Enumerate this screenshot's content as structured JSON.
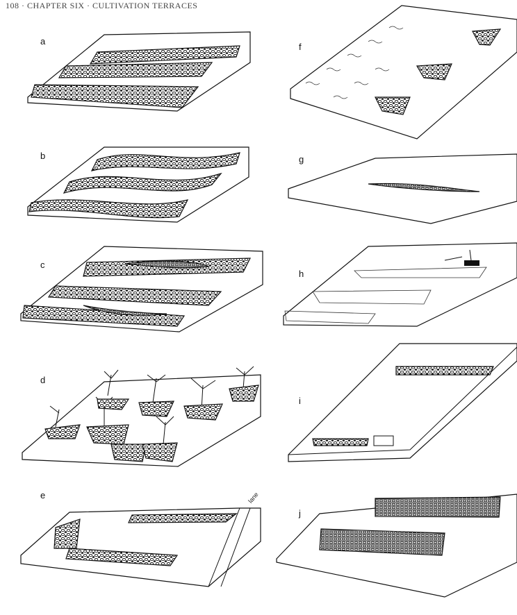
{
  "header": {
    "page_number": "108",
    "text": "108 · CHAPTER SIX · CULTIVATION TERRACES"
  },
  "panels": [
    {
      "label": "a"
    },
    {
      "label": "b"
    },
    {
      "label": "c"
    },
    {
      "label": "d"
    },
    {
      "label": "e"
    },
    {
      "label": "f"
    },
    {
      "label": "g"
    },
    {
      "label": "h"
    },
    {
      "label": "i"
    },
    {
      "label": "j"
    }
  ],
  "annotations": {
    "lane": "lane"
  }
}
